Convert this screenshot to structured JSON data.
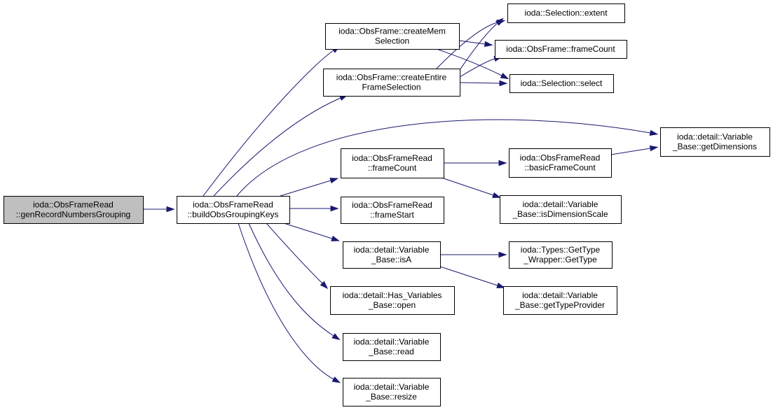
{
  "nodes": {
    "gen_record": [
      "ioda::ObsFrameRead",
      "::genRecordNumbersGrouping"
    ],
    "build_keys": [
      "ioda::ObsFrameRead",
      "::buildObsGroupingKeys"
    ],
    "create_mem": [
      "ioda::ObsFrame::createMem",
      "Selection"
    ],
    "create_entire": [
      "ioda::ObsFrame::createEntire",
      "FrameSelection"
    ],
    "sel_extent": [
      "ioda::Selection::extent"
    ],
    "frame_count": [
      "ioda::ObsFrame::frameCount"
    ],
    "sel_select": [
      "ioda::Selection::select"
    ],
    "get_dimensions": [
      "ioda::detail::Variable",
      "_Base::getDimensions"
    ],
    "read_frame_count": [
      "ioda::ObsFrameRead",
      "::frameCount"
    ],
    "basic_frame_count": [
      "ioda::ObsFrameRead",
      "::basicFrameCount"
    ],
    "is_dimension_scale": [
      "ioda::detail::Variable",
      "_Base::isDimensionScale"
    ],
    "frame_start": [
      "ioda::ObsFrameRead",
      "::frameStart"
    ],
    "is_a": [
      "ioda::detail::Variable",
      "_Base::isA"
    ],
    "get_type": [
      "ioda::Types::GetType",
      "_Wrapper::GetType"
    ],
    "get_type_provider": [
      "ioda::detail::Variable",
      "_Base::getTypeProvider"
    ],
    "has_vars_open": [
      "ioda::detail::Has_Variables",
      "_Base::open"
    ],
    "var_read": [
      "ioda::detail::Variable",
      "_Base::read"
    ],
    "var_resize": [
      "ioda::detail::Variable",
      "_Base::resize"
    ]
  },
  "edges": [
    [
      "gen_record",
      "build_keys"
    ],
    [
      "build_keys",
      "create_mem"
    ],
    [
      "build_keys",
      "create_entire"
    ],
    [
      "build_keys",
      "get_dimensions"
    ],
    [
      "build_keys",
      "read_frame_count"
    ],
    [
      "build_keys",
      "frame_start"
    ],
    [
      "build_keys",
      "is_a"
    ],
    [
      "build_keys",
      "has_vars_open"
    ],
    [
      "build_keys",
      "var_read"
    ],
    [
      "build_keys",
      "var_resize"
    ],
    [
      "create_mem",
      "sel_extent"
    ],
    [
      "create_mem",
      "frame_count"
    ],
    [
      "create_mem",
      "sel_select"
    ],
    [
      "create_entire",
      "sel_extent"
    ],
    [
      "create_entire",
      "frame_count"
    ],
    [
      "create_entire",
      "sel_select"
    ],
    [
      "read_frame_count",
      "basic_frame_count"
    ],
    [
      "read_frame_count",
      "is_dimension_scale"
    ],
    [
      "basic_frame_count",
      "get_dimensions"
    ],
    [
      "is_a",
      "get_type"
    ],
    [
      "is_a",
      "get_type_provider"
    ]
  ]
}
